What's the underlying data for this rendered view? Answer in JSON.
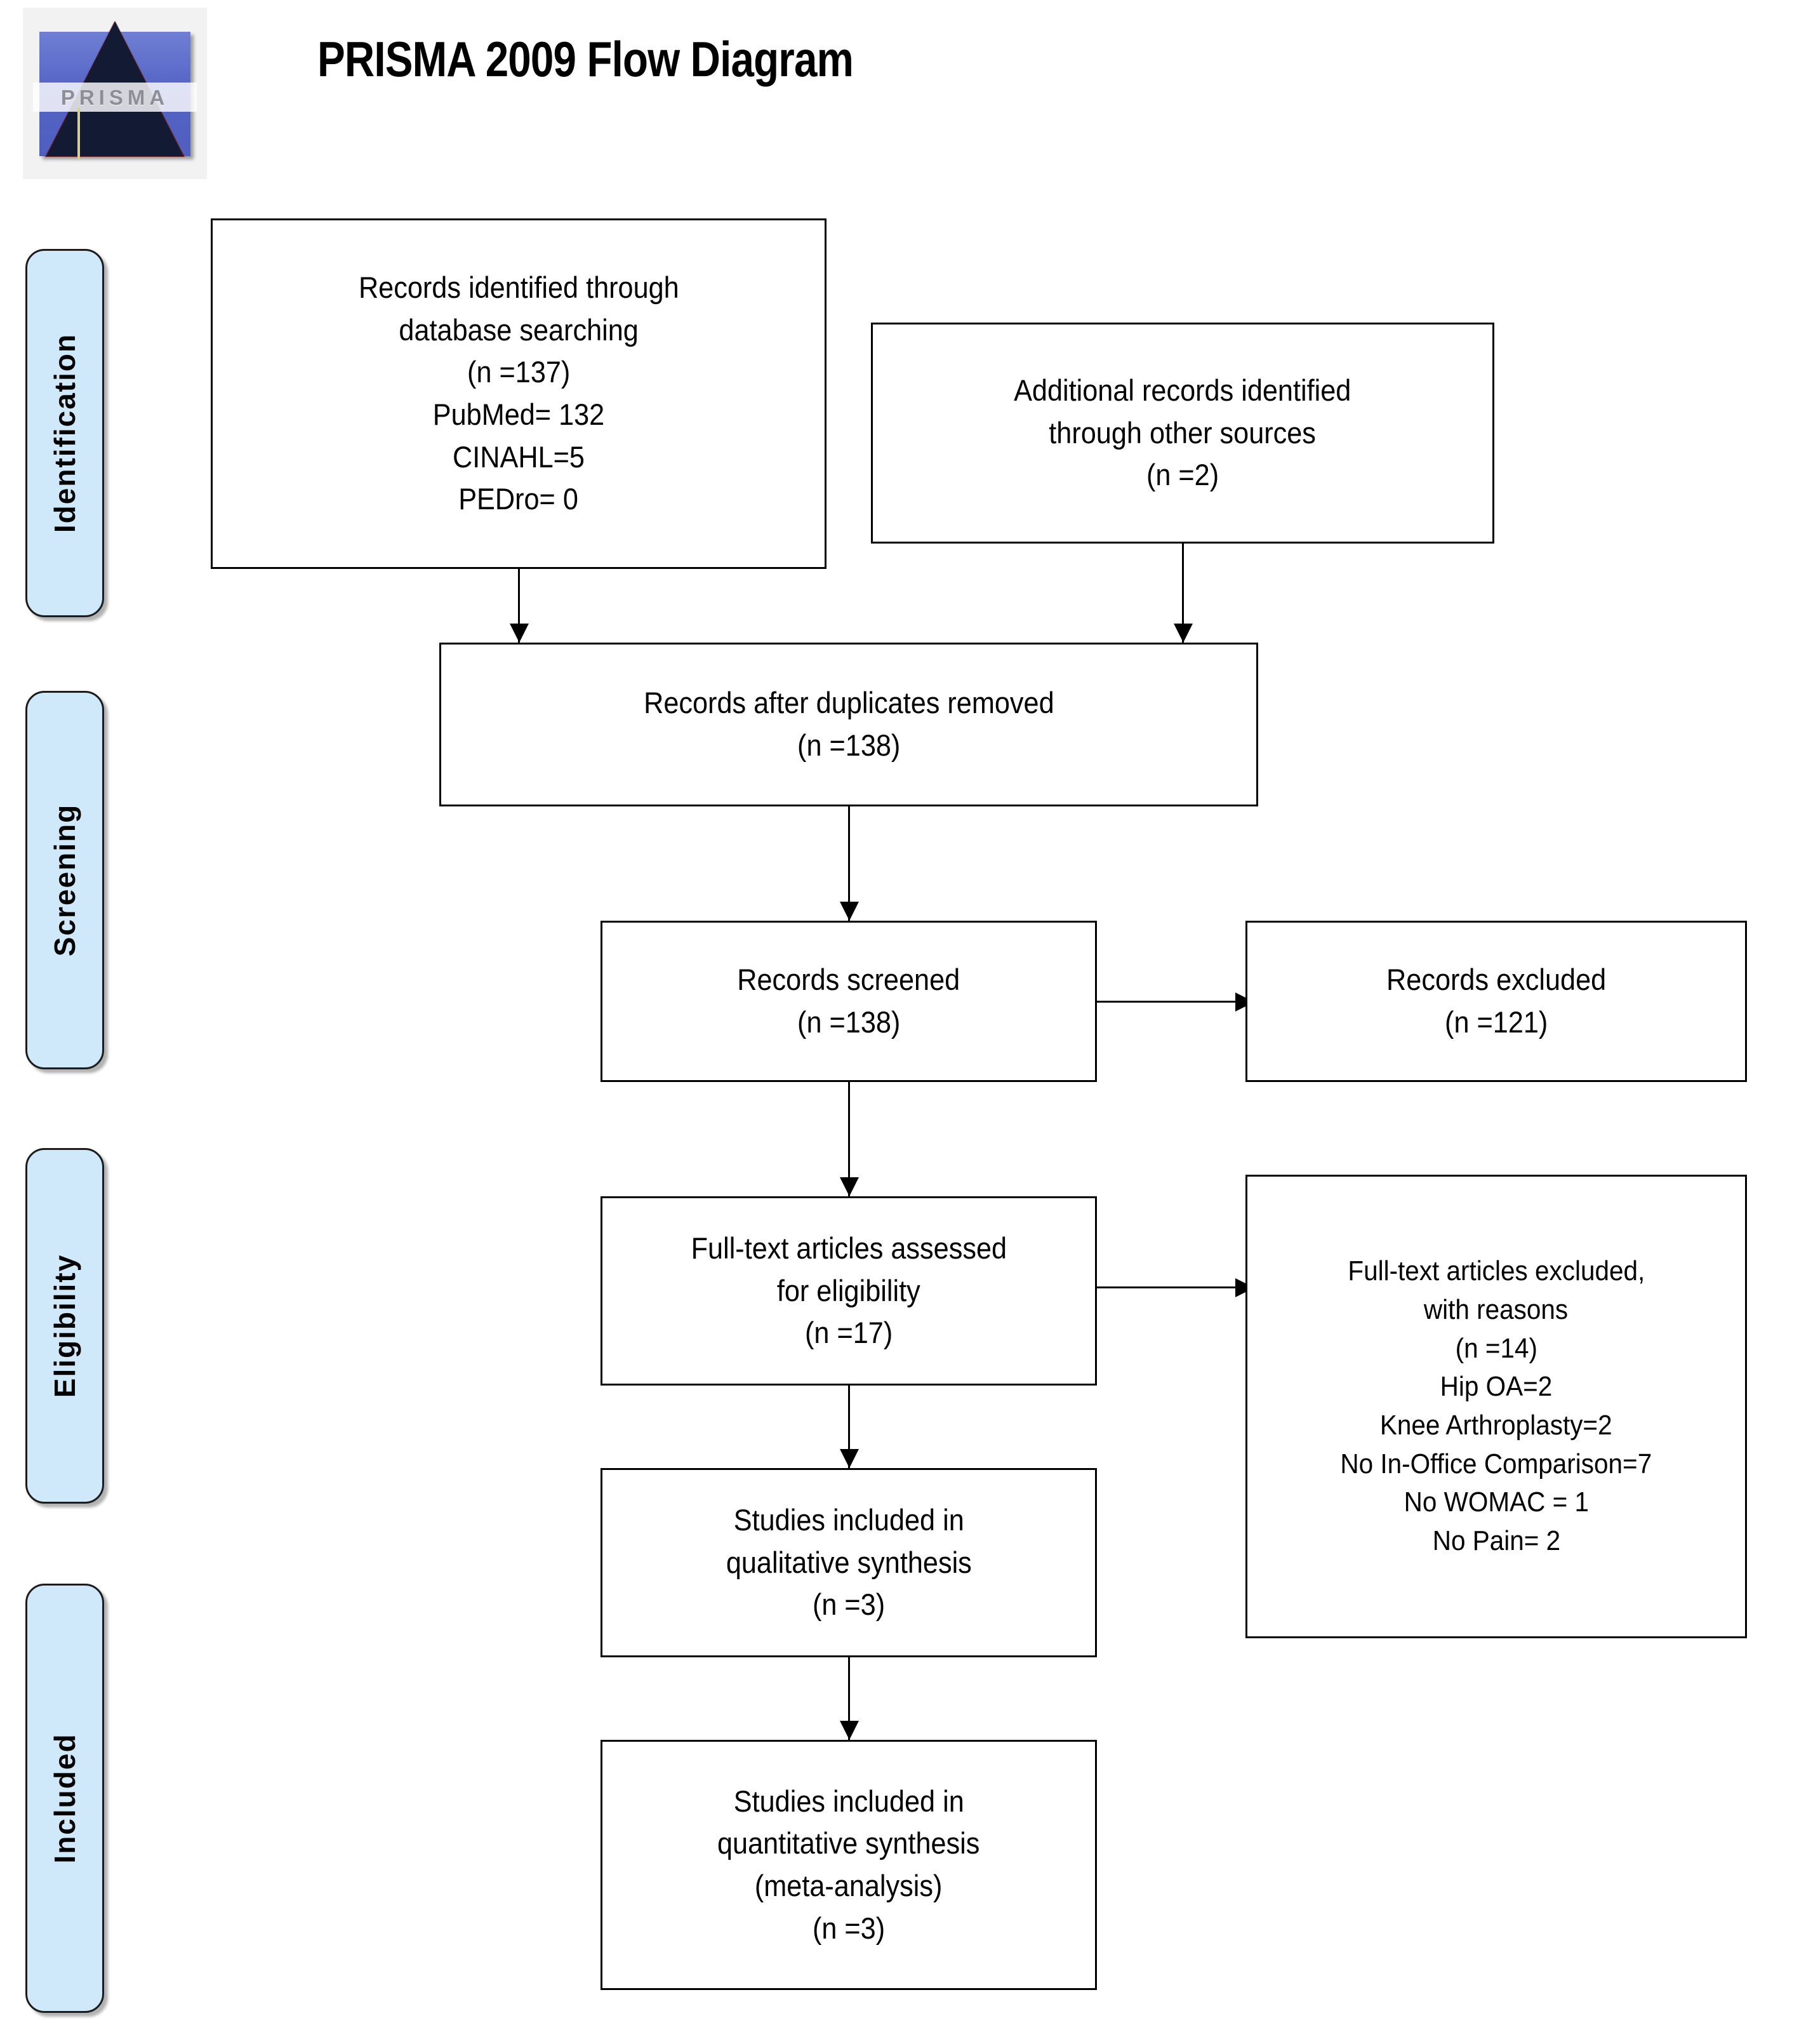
{
  "header": {
    "title": "PRISMA 2009 Flow Diagram",
    "logo_word": "PRISMA"
  },
  "stages": [
    {
      "id": "identification",
      "label": "Identification"
    },
    {
      "id": "screening",
      "label": "Screening"
    },
    {
      "id": "eligibility",
      "label": "Eligibility"
    },
    {
      "id": "included",
      "label": "Included"
    }
  ],
  "boxes": {
    "identified_db": {
      "lines": [
        "Records identified through",
        "database searching",
        "(n =137)",
        "PubMed= 132",
        "CINAHL=5",
        "PEDro= 0"
      ]
    },
    "identified_other": {
      "lines": [
        "Additional records identified",
        "through other sources",
        "(n =2)"
      ]
    },
    "duplicates_removed": {
      "lines": [
        "Records after duplicates removed",
        "(n =138)"
      ]
    },
    "records_screened": {
      "lines": [
        "Records screened",
        "(n =138)"
      ]
    },
    "records_excluded": {
      "lines": [
        "Records excluded",
        "(n =121)"
      ]
    },
    "fulltext_assessed": {
      "lines": [
        "Full-text articles assessed",
        "for eligibility",
        "(n =17)"
      ]
    },
    "fulltext_excluded": {
      "lines": [
        "Full-text articles excluded,",
        "with reasons",
        "(n =14)",
        "Hip OA=2",
        "Knee Arthroplasty=2",
        "No In-Office Comparison=7"
      ],
      "womac_prefix": "No ",
      "womac_word": "WOMAC",
      "womac_suffix": " = 1",
      "last_line": "No Pain= 2"
    },
    "qualitative": {
      "lines": [
        "Studies included in",
        "qualitative synthesis",
        "(n =3)"
      ]
    },
    "quantitative": {
      "lines": [
        "Studies included in",
        "quantitative synthesis",
        "(meta-analysis)",
        "(n =3)"
      ]
    }
  },
  "chart_data": {
    "type": "diagram",
    "title": "PRISMA 2009 Flow Diagram",
    "nodes": [
      {
        "id": "identified_db",
        "stage": "Identification",
        "label": "Records identified through database searching",
        "n": 137,
        "breakdown": {
          "PubMed": 132,
          "CINAHL": 5,
          "PEDro": 0
        }
      },
      {
        "id": "identified_other",
        "stage": "Identification",
        "label": "Additional records identified through other sources",
        "n": 2
      },
      {
        "id": "duplicates_removed",
        "stage": "Screening",
        "label": "Records after duplicates removed",
        "n": 138
      },
      {
        "id": "records_screened",
        "stage": "Screening",
        "label": "Records screened",
        "n": 138
      },
      {
        "id": "records_excluded",
        "stage": "Screening",
        "label": "Records excluded",
        "n": 121
      },
      {
        "id": "fulltext_assessed",
        "stage": "Eligibility",
        "label": "Full-text articles assessed for eligibility",
        "n": 17
      },
      {
        "id": "fulltext_excluded",
        "stage": "Eligibility",
        "label": "Full-text articles excluded, with reasons",
        "n": 14,
        "reasons": {
          "Hip OA": 2,
          "Knee Arthroplasty": 2,
          "No In-Office Comparison": 7,
          "No WOMAC": 1,
          "No Pain": 2
        }
      },
      {
        "id": "qualitative",
        "stage": "Included",
        "label": "Studies included in qualitative synthesis",
        "n": 3
      },
      {
        "id": "quantitative",
        "stage": "Included",
        "label": "Studies included in quantitative synthesis (meta-analysis)",
        "n": 3
      }
    ],
    "edges": [
      {
        "from": "identified_db",
        "to": "duplicates_removed"
      },
      {
        "from": "identified_other",
        "to": "duplicates_removed"
      },
      {
        "from": "duplicates_removed",
        "to": "records_screened"
      },
      {
        "from": "records_screened",
        "to": "records_excluded"
      },
      {
        "from": "records_screened",
        "to": "fulltext_assessed"
      },
      {
        "from": "fulltext_assessed",
        "to": "fulltext_excluded"
      },
      {
        "from": "fulltext_assessed",
        "to": "qualitative"
      },
      {
        "from": "qualitative",
        "to": "quantitative"
      }
    ]
  }
}
